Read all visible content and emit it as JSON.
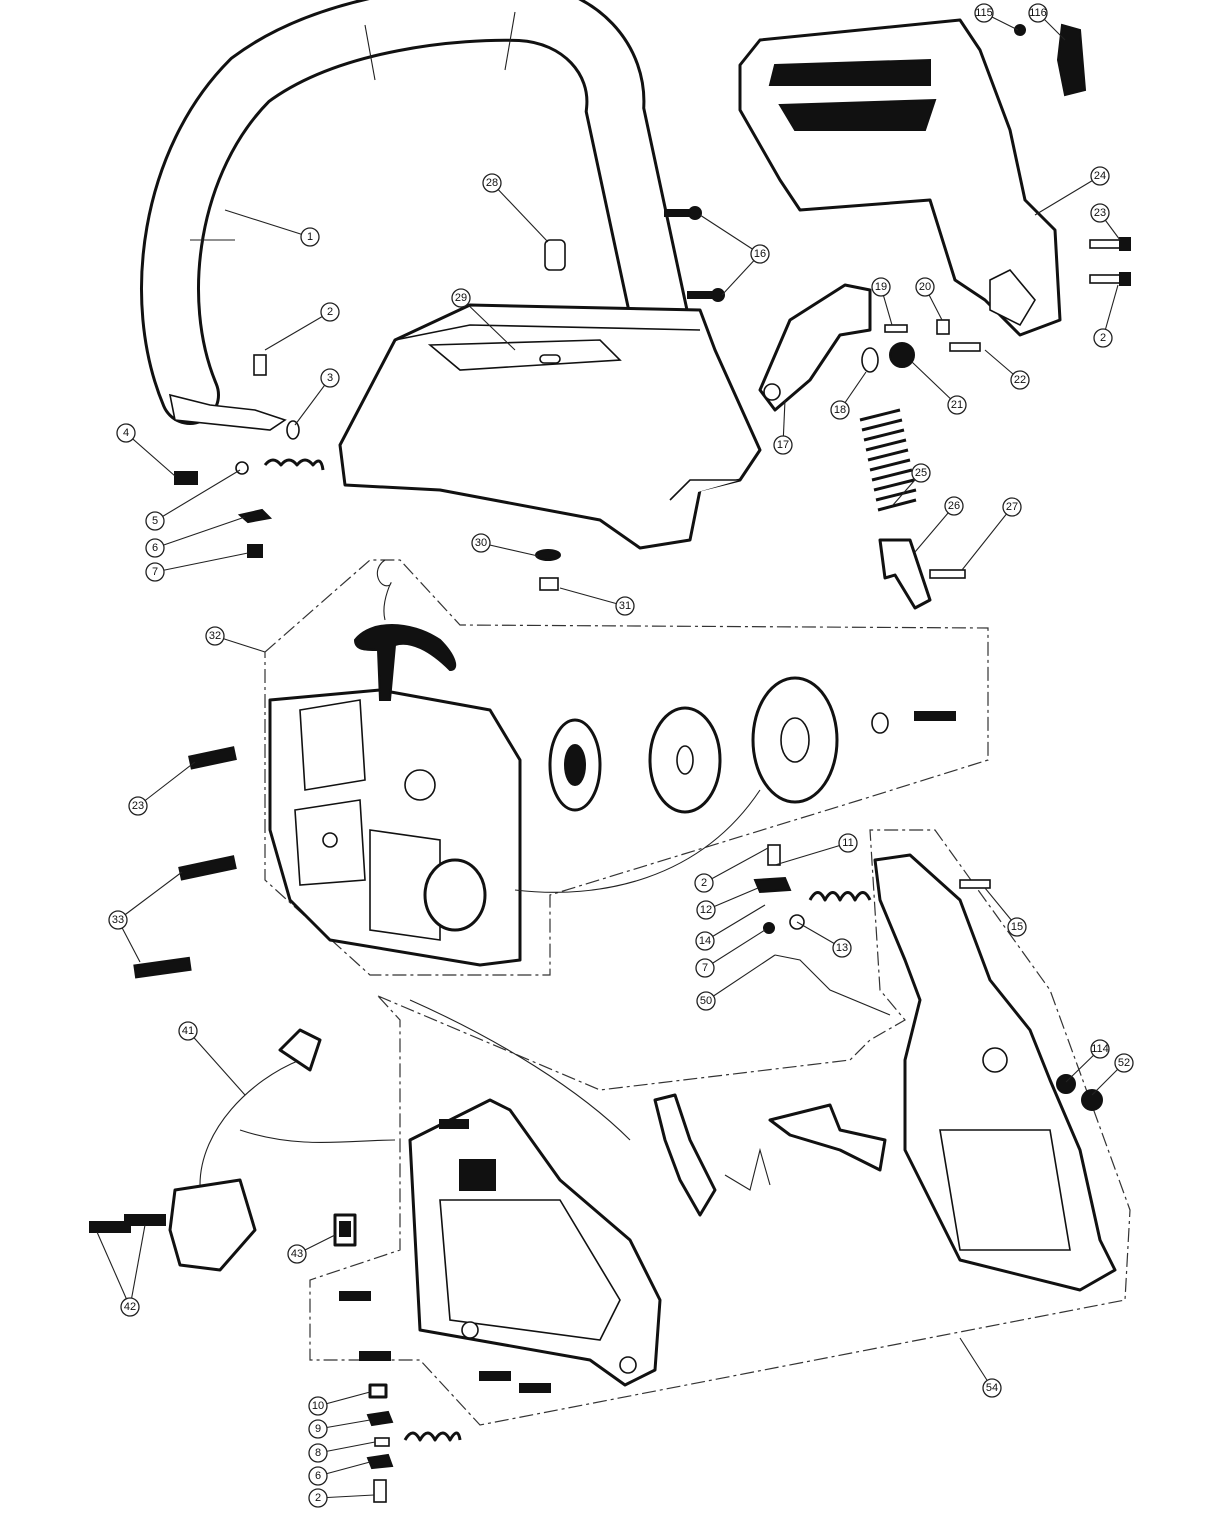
{
  "diagram": {
    "callouts": [
      "1",
      "2",
      "3",
      "4",
      "5",
      "6",
      "7",
      "115",
      "116",
      "24",
      "23",
      "2",
      "19",
      "20",
      "22",
      "21",
      "18",
      "17",
      "25",
      "26",
      "27",
      "28",
      "29",
      "16",
      "30",
      "31",
      "32",
      "23",
      "33",
      "11",
      "2",
      "12",
      "14",
      "7",
      "13",
      "50",
      "15",
      "114",
      "52",
      "41",
      "43",
      "42",
      "10",
      "9",
      "8",
      "6",
      "2",
      "54"
    ]
  }
}
